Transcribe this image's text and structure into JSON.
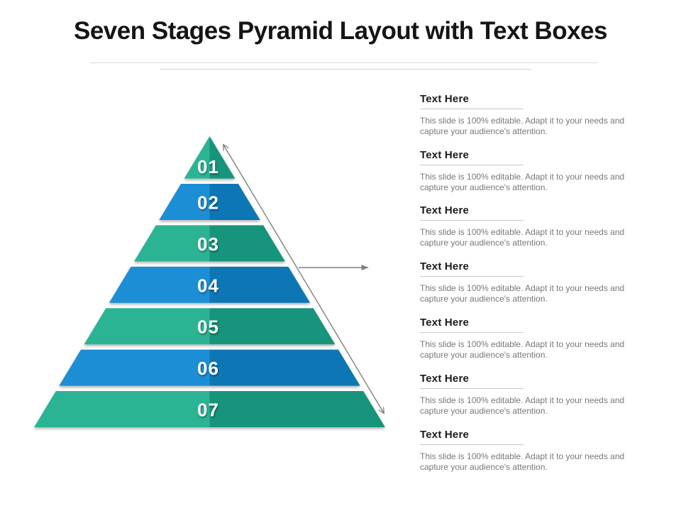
{
  "slide": {
    "title": "Seven Stages Pyramid Layout with Text Boxes",
    "background_color": "#ffffff"
  },
  "pyramid": {
    "stages": [
      {
        "label": "01",
        "theme": "teal"
      },
      {
        "label": "02",
        "theme": "blue"
      },
      {
        "label": "03",
        "theme": "teal"
      },
      {
        "label": "04",
        "theme": "blue"
      },
      {
        "label": "05",
        "theme": "teal"
      },
      {
        "label": "06",
        "theme": "blue"
      },
      {
        "label": "07",
        "theme": "teal"
      }
    ],
    "themes": {
      "teal": {
        "light": "#2ab493",
        "dark": "#16947b"
      },
      "blue": {
        "light": "#1b8ed5",
        "dark": "#0e76b5"
      }
    },
    "label_color": "#ffffff",
    "arrow_color": "#7f7f7f"
  },
  "text_blocks": [
    {
      "heading": "Text Here",
      "body": "This slide is 100% editable. Adapt it to your needs and capture your audience's attention."
    },
    {
      "heading": "Text Here",
      "body": "This slide is 100% editable. Adapt it to your needs and capture your audience's attention."
    },
    {
      "heading": "Text Here",
      "body": "This slide is 100% editable. Adapt it to your needs and capture your audience's attention."
    },
    {
      "heading": "Text Here",
      "body": "This slide is 100% editable. Adapt it to your needs and capture your audience's attention."
    },
    {
      "heading": "Text Here",
      "body": "This slide is 100% editable. Adapt it to your needs and capture your audience's attention."
    },
    {
      "heading": "Text Here",
      "body": "This slide is 100% editable. Adapt it to your needs and capture your audience's attention."
    },
    {
      "heading": "Text Here",
      "body": "This slide is 100% editable. Adapt it to your needs and capture your audience's attention."
    }
  ]
}
